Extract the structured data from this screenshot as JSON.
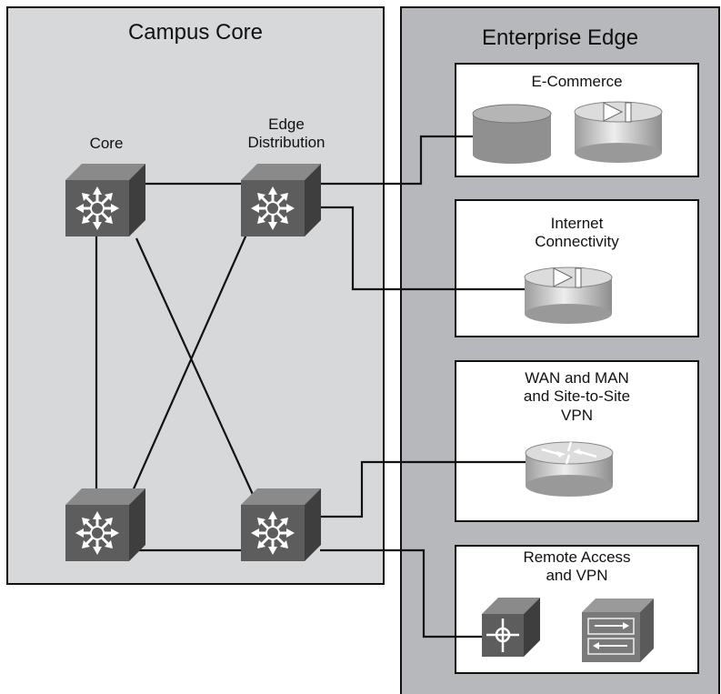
{
  "regions": {
    "campus_core": {
      "title": "Campus Core",
      "fill": "#d7d8da"
    },
    "enterprise_edge": {
      "title": "Enterprise Edge",
      "fill": "#b7b8bb"
    }
  },
  "devices": {
    "core_label": "Core",
    "edge_distribution_label": "Edge\nDistribution"
  },
  "modules": [
    {
      "id": "ecommerce",
      "label": "E-Commerce"
    },
    {
      "id": "internet",
      "label": "Internet\nConnectivity"
    },
    {
      "id": "wan",
      "label": "WAN and MAN\nand Site-to-Site\nVPN"
    },
    {
      "id": "remote",
      "label": "Remote Access\nand VPN"
    }
  ],
  "colors": {
    "switch_face": "#5d5d5d",
    "switch_top": "#8a8a8a",
    "switch_side": "#3e3e3e",
    "box_fill": "#ffffff",
    "line": "#111111"
  }
}
